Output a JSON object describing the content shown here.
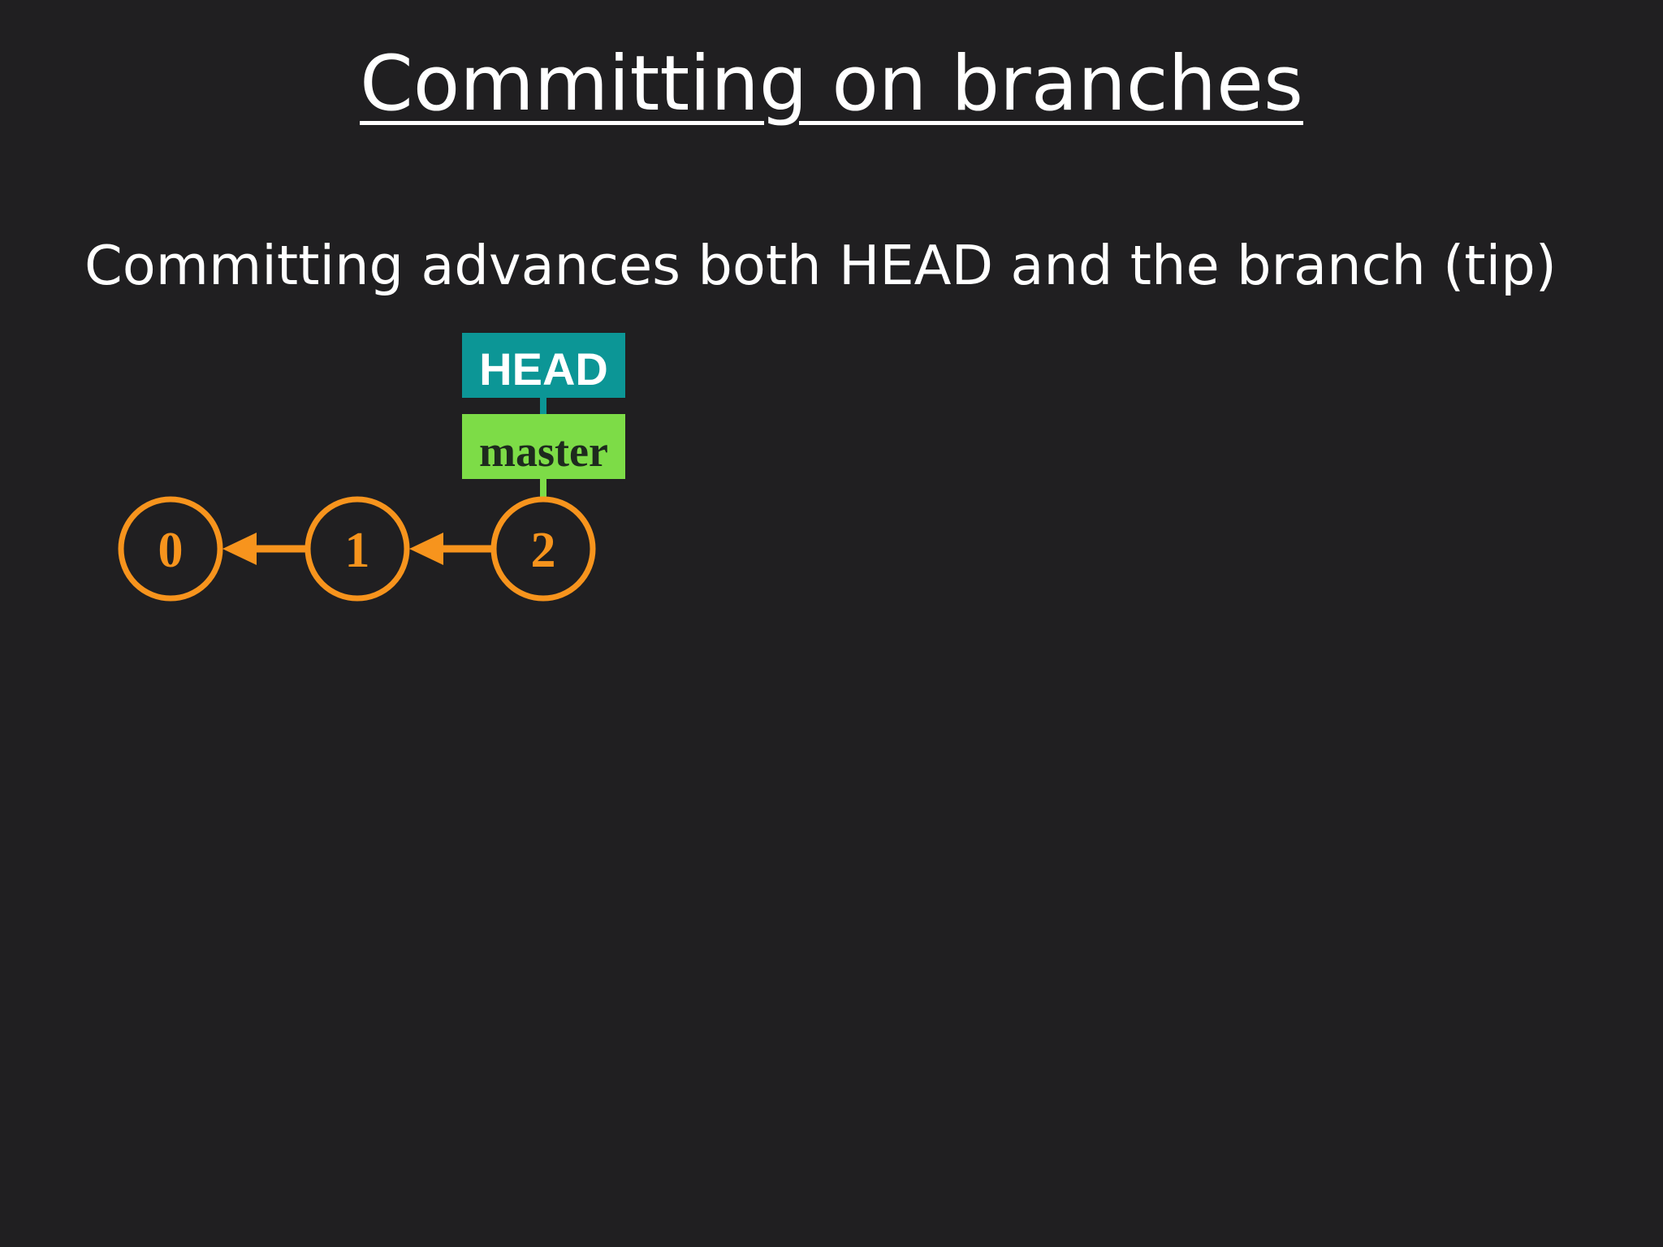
{
  "slide": {
    "title": "Committing on branches",
    "subtitle": "Committing advances both HEAD and the branch (tip)"
  },
  "diagram": {
    "head_label": "HEAD",
    "branch_label": "master",
    "commits": [
      {
        "label": "0"
      },
      {
        "label": "1"
      },
      {
        "label": "2"
      }
    ],
    "colors": {
      "background": "#201f21",
      "commit_orange": "#f7941d",
      "head_teal": "#0c9696",
      "branch_green": "#7ddc47",
      "text_white": "#ffffff",
      "branch_text": "#1e2a1e"
    }
  }
}
